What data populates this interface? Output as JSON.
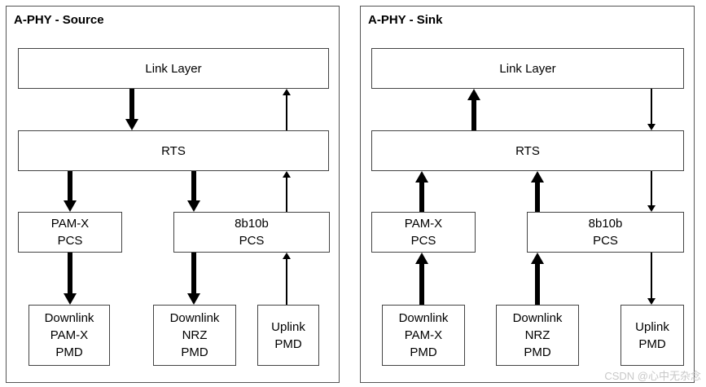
{
  "source": {
    "title": "A-PHY - Source",
    "link_layer": "Link Layer",
    "rts": "RTS",
    "pamx_pcs": [
      "PAM-X",
      "PCS"
    ],
    "b8b10_pcs": [
      "8b10b",
      "PCS"
    ],
    "downlink_pamx_pmd": [
      "Downlink",
      "PAM-X",
      "PMD"
    ],
    "downlink_nrz_pmd": [
      "Downlink",
      "NRZ",
      "PMD"
    ],
    "uplink_pmd": [
      "Uplink",
      "PMD"
    ]
  },
  "sink": {
    "title": "A-PHY - Sink",
    "link_layer": "Link Layer",
    "rts": "RTS",
    "pamx_pcs": [
      "PAM-X",
      "PCS"
    ],
    "b8b10_pcs": [
      "8b10b",
      "PCS"
    ],
    "downlink_pamx_pmd": [
      "Downlink",
      "PAM-X",
      "PMD"
    ],
    "downlink_nrz_pmd": [
      "Downlink",
      "NRZ",
      "PMD"
    ],
    "uplink_pmd": [
      "Uplink",
      "PMD"
    ]
  },
  "watermark": "CSDN @心中无杂念"
}
